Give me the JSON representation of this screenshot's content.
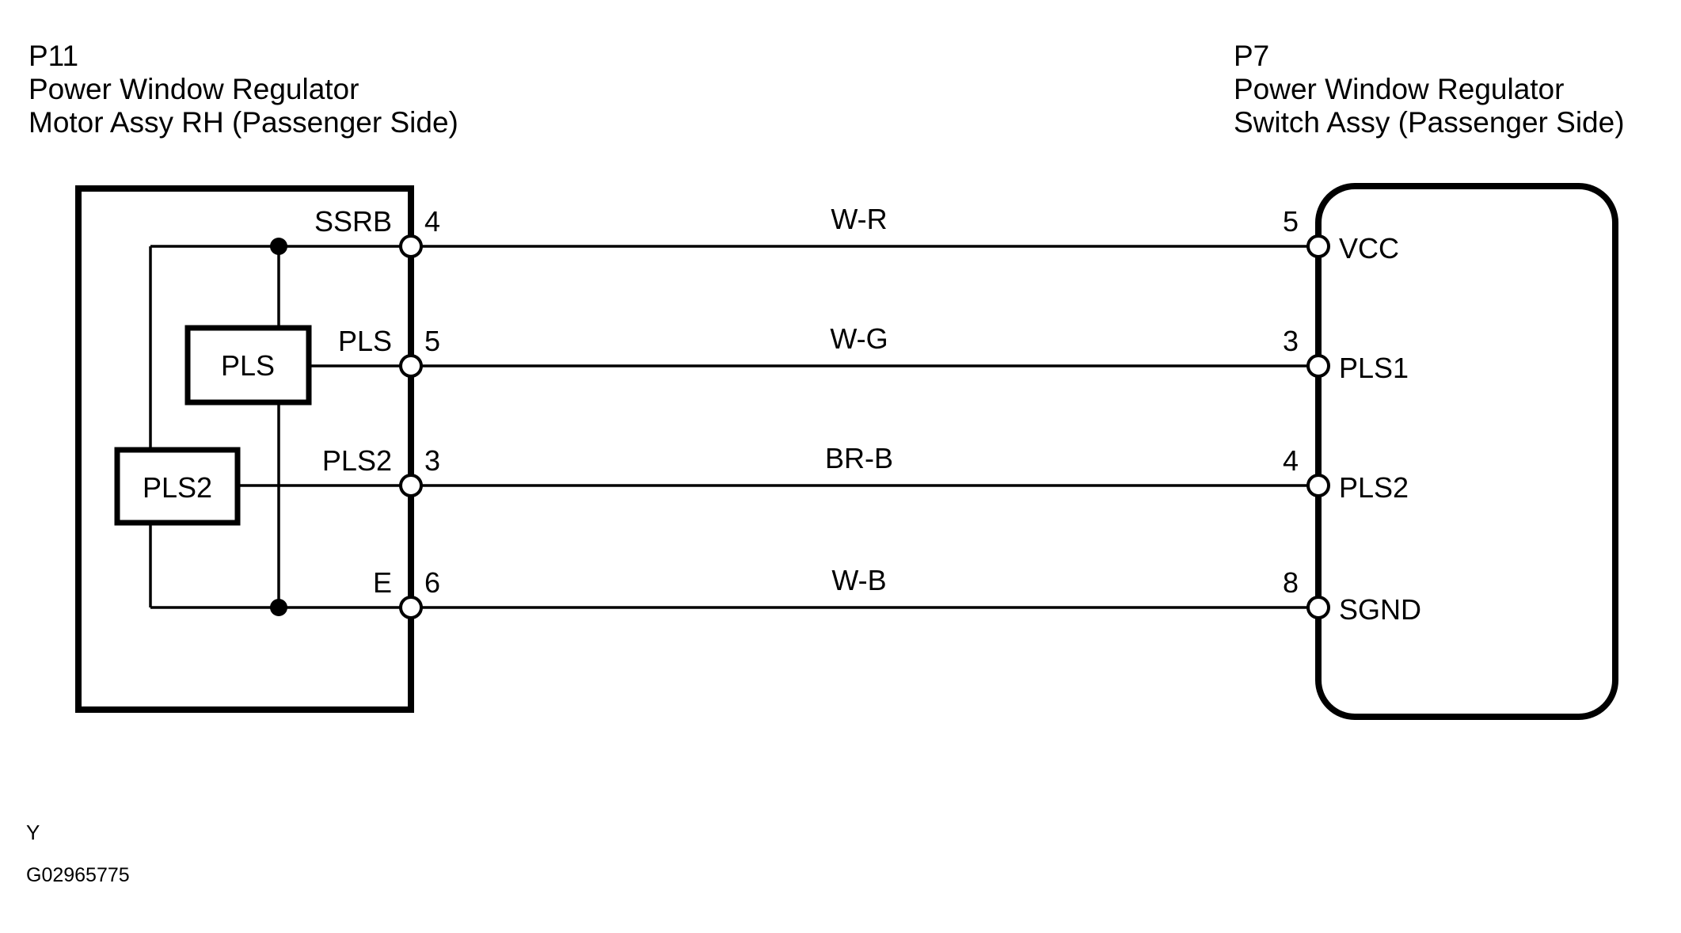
{
  "diagram": {
    "footer_symbol": "Y",
    "footer_code": "G02965775",
    "left_connector": {
      "code": "P11",
      "name_line1": "Power Window Regulator",
      "name_line2": "Motor Assy RH (Passenger Side)",
      "terminals": [
        {
          "label": "SSRB",
          "pin": "4"
        },
        {
          "label": "PLS",
          "pin": "5"
        },
        {
          "label": "PLS2",
          "pin": "3"
        },
        {
          "label": "E",
          "pin": "6"
        }
      ],
      "components": [
        {
          "label": "PLS"
        },
        {
          "label": "PLS2"
        }
      ]
    },
    "right_connector": {
      "code": "P7",
      "name_line1": "Power Window Regulator",
      "name_line2": "Switch Assy (Passenger Side)",
      "terminals": [
        {
          "label": "VCC",
          "pin": "5"
        },
        {
          "label": "PLS1",
          "pin": "3"
        },
        {
          "label": "PLS2",
          "pin": "4"
        },
        {
          "label": "SGND",
          "pin": "8"
        }
      ]
    },
    "wires": [
      {
        "color_code": "W-R",
        "from": "4",
        "to": "5"
      },
      {
        "color_code": "W-G",
        "from": "5",
        "to": "3"
      },
      {
        "color_code": "BR-B",
        "from": "3",
        "to": "4"
      },
      {
        "color_code": "W-B",
        "from": "6",
        "to": "8"
      }
    ],
    "colors": {
      "background": "#ffffff",
      "ink": "#000000"
    }
  }
}
